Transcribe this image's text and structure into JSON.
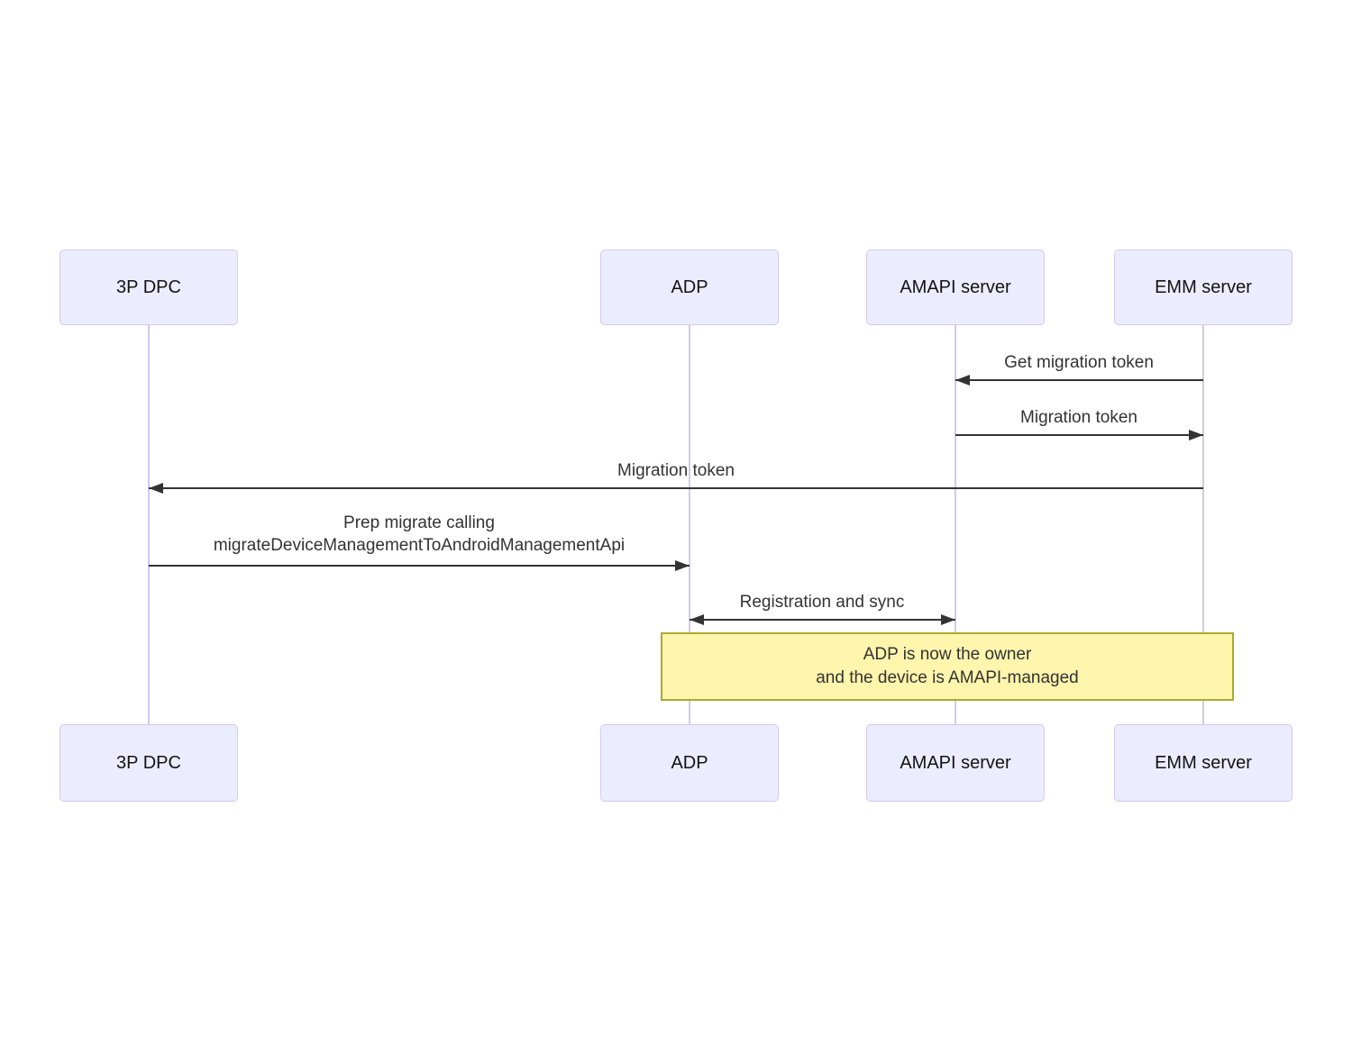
{
  "diagram": {
    "type": "sequence-diagram",
    "actors": [
      {
        "id": "3p-dpc",
        "label": "3P DPC"
      },
      {
        "id": "adp",
        "label": "ADP"
      },
      {
        "id": "amapi-server",
        "label": "AMAPI server"
      },
      {
        "id": "emm-server",
        "label": "EMM server"
      }
    ],
    "messages": [
      {
        "label": "Get migration token",
        "from": "EMM server",
        "to": "AMAPI server",
        "arrow": "left"
      },
      {
        "label": "Migration token",
        "from": "AMAPI server",
        "to": "EMM server",
        "arrow": "right"
      },
      {
        "label": "Migration token",
        "from": "EMM server",
        "to": "3P DPC",
        "arrow": "left"
      },
      {
        "lines": [
          "Prep migrate calling",
          "migrateDeviceManagementToAndroidManagementApi"
        ],
        "from": "3P DPC",
        "to": "ADP",
        "arrow": "right"
      },
      {
        "label": "Registration and sync",
        "from": "ADP",
        "to": "AMAPI server",
        "arrow": "both"
      }
    ],
    "note": {
      "lines": [
        "ADP is now the owner",
        "and the device is AMAPI-managed"
      ],
      "span": [
        "ADP",
        "EMM server"
      ]
    },
    "colors": {
      "actor_fill": "#ececff",
      "actor_border": "#d4c9ee",
      "lifeline": "#d2c9ec",
      "arrow": "#333333",
      "message_text": "#333333",
      "actor_text": "#131313",
      "note_fill": "#fff5ad",
      "note_border": "#aaaa33",
      "note_text": "#333333",
      "background": "#ffffff"
    }
  }
}
